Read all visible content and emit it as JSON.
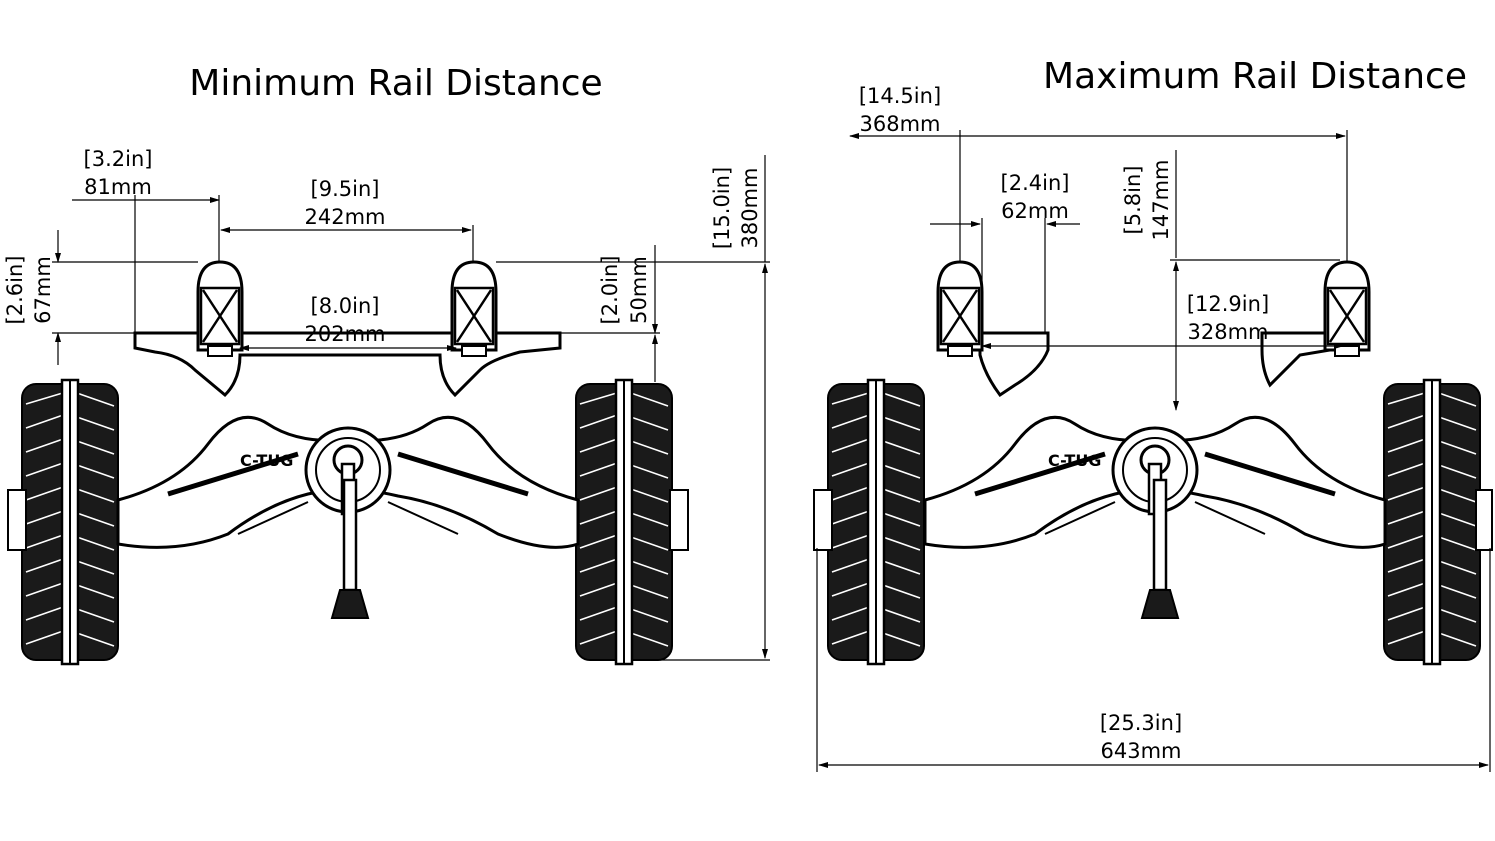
{
  "views": [
    {
      "title": "Minimum Rail Distance",
      "dimensions": [
        {
          "name": "rail-offset",
          "inches": "[3.2in]",
          "mm": "81mm"
        },
        {
          "name": "rail-width",
          "inches": "[9.5in]",
          "mm": "242mm"
        },
        {
          "name": "rail-inner",
          "inches": "[8.0in]",
          "mm": "202mm"
        },
        {
          "name": "cradle-height",
          "inches": "[2.6in]",
          "mm": "67mm"
        },
        {
          "name": "rail-height",
          "inches": "[2.0in]",
          "mm": "50mm"
        },
        {
          "name": "overall-height",
          "inches": "[15.0in]",
          "mm": "380mm"
        }
      ],
      "logo": "C-TUG"
    },
    {
      "title": "Maximum Rail Distance",
      "dimensions": [
        {
          "name": "rail-width",
          "inches": "[14.5in]",
          "mm": "368mm"
        },
        {
          "name": "rail-offset",
          "inches": "[2.4in]",
          "mm": "62mm"
        },
        {
          "name": "post-height",
          "inches": "[5.8in]",
          "mm": "147mm"
        },
        {
          "name": "rail-inner",
          "inches": "[12.9in]",
          "mm": "328mm"
        },
        {
          "name": "overall-width",
          "inches": "[25.3in]",
          "mm": "643mm"
        }
      ],
      "logo": "C-TUG"
    }
  ],
  "colors": {
    "line": "#000000",
    "background": "#ffffff",
    "tire": "#1a1a1a"
  }
}
